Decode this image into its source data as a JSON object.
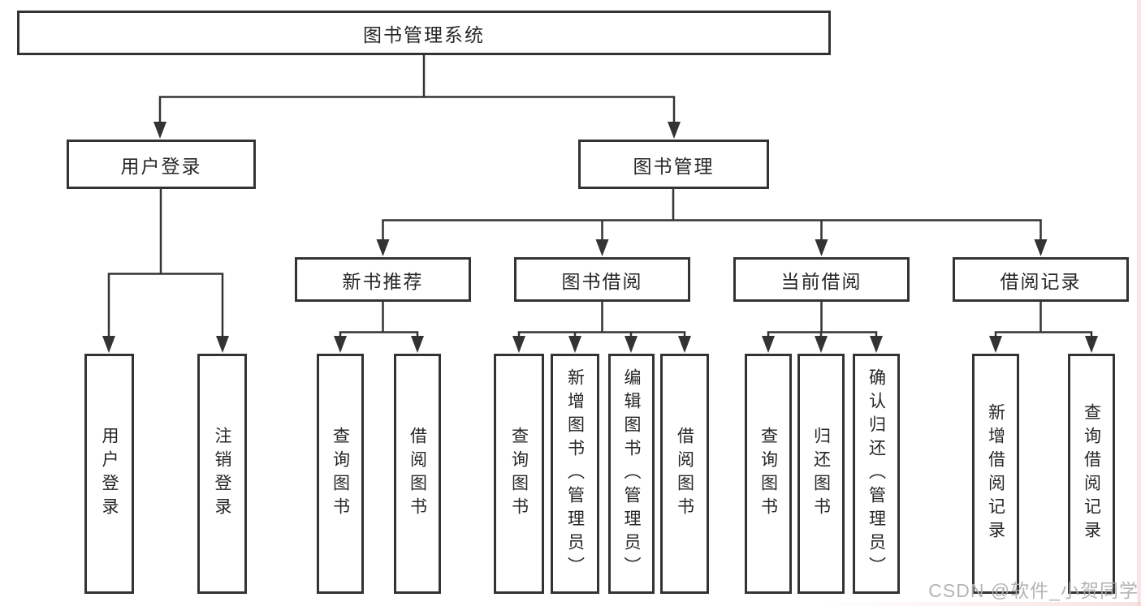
{
  "diagram": {
    "root": {
      "label": "图书管理系统"
    },
    "level2": [
      {
        "label": "用户登录"
      },
      {
        "label": "图书管理"
      }
    ],
    "level3": [
      {
        "label": "新书推荐"
      },
      {
        "label": "图书借阅"
      },
      {
        "label": "当前借阅"
      },
      {
        "label": "借阅记录"
      }
    ],
    "leaves": {
      "user_login": [
        "用户登录",
        "注销登录"
      ],
      "new_books": [
        "查询图书",
        "借阅图书"
      ],
      "book_borrow": [
        "查询图书",
        "新增图书（管理员）",
        "编辑图书（管理员）",
        "借阅图书"
      ],
      "current_borrow": [
        "查询图书",
        "归还图书",
        "确认归还（管理员）"
      ],
      "borrow_records": [
        "新增借阅记录",
        "查询借阅记录"
      ]
    }
  },
  "watermark": {
    "text": "CSDN @软件_小贺同学"
  },
  "colors": {
    "line": "#333333",
    "text": "#262626",
    "background": "#ffffff",
    "watermark": "#aeaeb2"
  }
}
